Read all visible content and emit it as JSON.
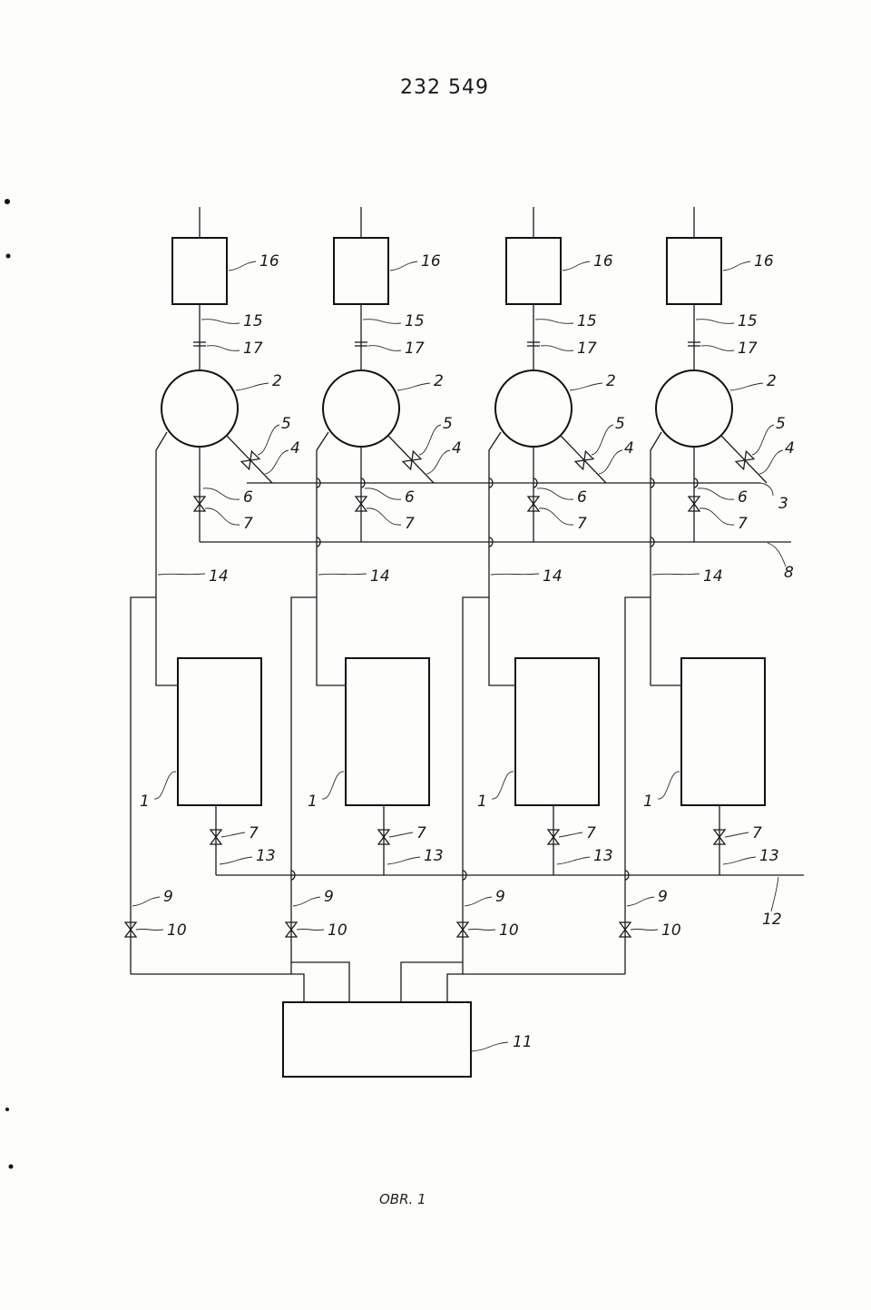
{
  "document_number": "232 549",
  "figure_caption": "OBR. 1",
  "labels": {
    "l1": "1",
    "l2": "2",
    "l3": "3",
    "l4": "4",
    "l5": "5",
    "l6": "6",
    "l7": "7",
    "l8": "8",
    "l9": "9",
    "l10": "10",
    "l11": "11",
    "l12": "12",
    "l13": "13",
    "l14": "14",
    "l15": "15",
    "l16": "16",
    "l17": "17"
  }
}
